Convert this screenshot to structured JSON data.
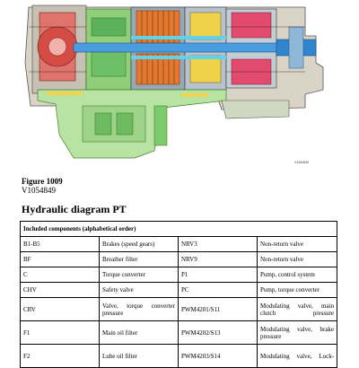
{
  "figure": {
    "id_label": "V1054849"
  },
  "caption": {
    "figure_number": "Figure 1009",
    "figure_code": "V1054849"
  },
  "section": {
    "title": "Hydraulic diagram PT"
  },
  "components_table": {
    "header": "Included components (alphabetical order)",
    "rows": [
      [
        "B1-B5",
        "Brakes (speed gears)",
        "NRV3",
        "Non-return valve"
      ],
      [
        "BF",
        "Breather filter",
        "NRV9",
        "Non-return valve"
      ],
      [
        "C",
        "Torque converter",
        "P1",
        "Pump, control system"
      ],
      [
        "CHV",
        "Safety valve",
        "PC",
        "Pump, torque converter"
      ],
      [
        "CRV",
        "Valve, torque converter pressure",
        "PWM4201/S11",
        "Modulating valve, main clutch pressure"
      ],
      [
        "F1",
        "Main oil filter",
        "PWM4202/S13",
        "Modulating valve, brake pressure"
      ],
      [
        "F2",
        "Lube oil filter",
        "PWM4203/S14",
        "Modulating valve, Lock-"
      ]
    ]
  }
}
